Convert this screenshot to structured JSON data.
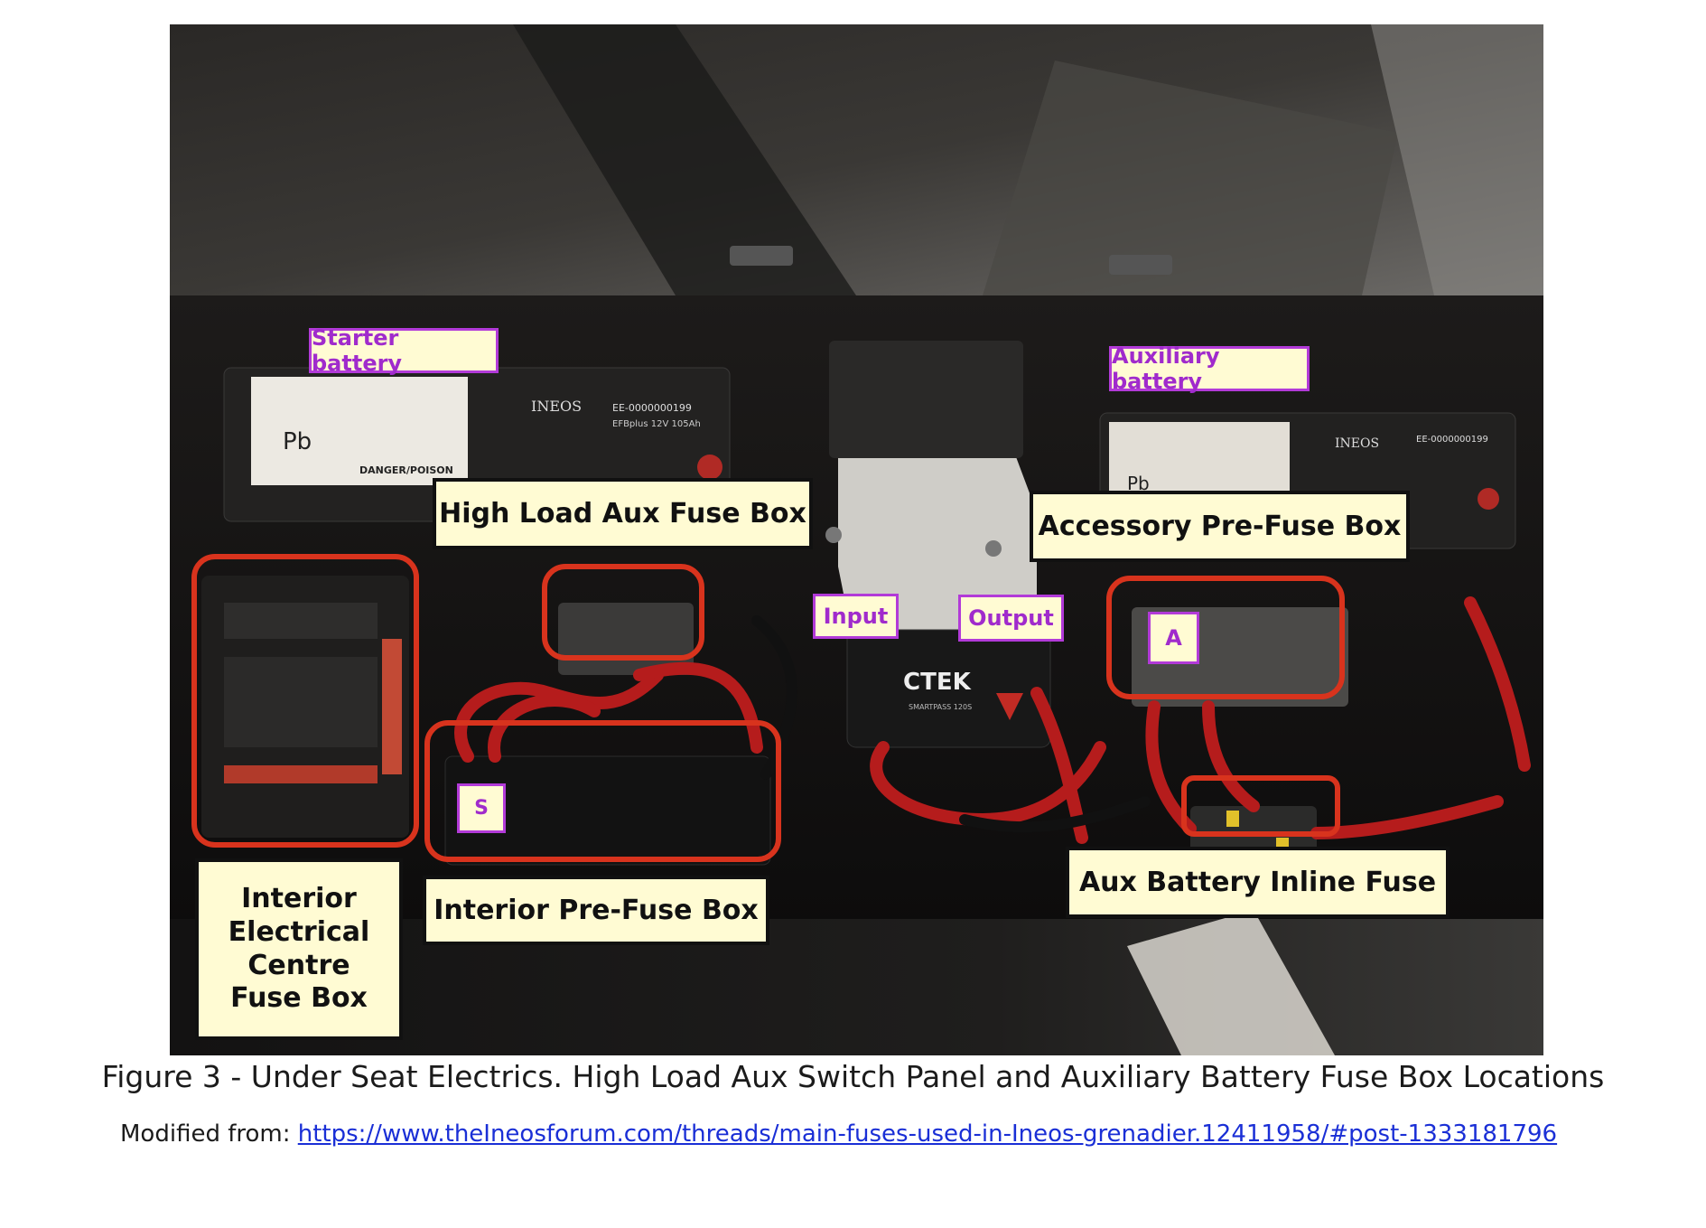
{
  "labels": {
    "starter_battery": "Starter battery",
    "auxiliary_battery": "Auxiliary battery",
    "high_load_aux_fuse_box": "High Load Aux Fuse Box",
    "accessory_pre_fuse_box": "Accessory Pre-Fuse Box",
    "interior_electrical_centre": [
      "Interior",
      "Electrical",
      "Centre",
      "Fuse Box"
    ],
    "interior_pre_fuse_box": "Interior Pre-Fuse Box",
    "aux_battery_inline_fuse": "Aux Battery Inline Fuse",
    "input": "Input",
    "output": "Output",
    "marker_s": "S",
    "marker_a": "A"
  },
  "device_text": {
    "ctek_brand": "CTEK",
    "ctek_model": "SMARTPASS 120S",
    "ineos_brand": "INEOS",
    "battery_code": "EE-0000000199",
    "battery_spec": "EFBplus 12V 105Ah",
    "danger": "DANGER/POISON",
    "pb": "Pb"
  },
  "colors": {
    "ring": "#d8331d",
    "label_fill": "#fffbd3",
    "purple": "#b23ad8",
    "link": "#1a2fd6"
  },
  "caption": "Figure 3 - Under Seat Electrics. High Load Aux Switch Panel and Auxiliary Battery Fuse Box Locations",
  "source": {
    "prefix": "Modified from: ",
    "url": "https://www.theIneosforum.com/threads/main-fuses-used-in-Ineos-grenadier.12411958/#post-1333181796"
  }
}
